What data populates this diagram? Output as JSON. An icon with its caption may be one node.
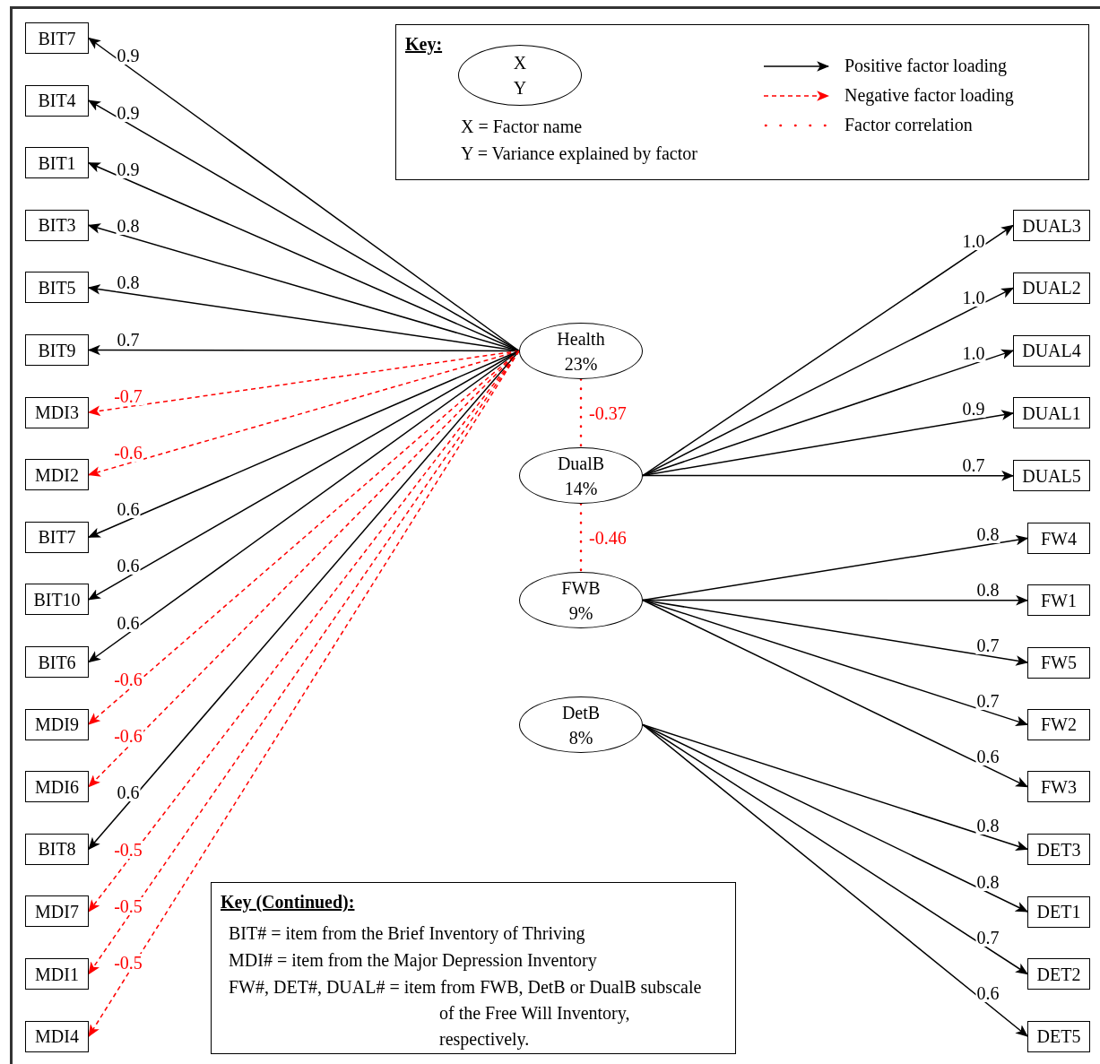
{
  "diagram": {
    "nodes": [
      {
        "text": [
          "Key:",
          "X = Factor name",
          "Y = Variance explained by factor"
        ]
      },
      {
        "text": [
          "X",
          "Y"
        ],
        "in": 0
      },
      {
        "text": [
          "BIT7"
        ]
      },
      {
        "text": [
          "BIT4"
        ]
      },
      {
        "text": [
          "BIT1"
        ]
      },
      {
        "text": [
          "BIT3"
        ]
      },
      {
        "text": [
          "BIT5"
        ]
      },
      {
        "text": [
          "BIT9"
        ]
      },
      {
        "text": [
          "MDI3"
        ]
      },
      {
        "text": [
          "MDI2"
        ]
      },
      {
        "text": [
          "BIT7"
        ]
      },
      {
        "text": [
          "BIT10"
        ]
      },
      {
        "text": [
          "BIT6"
        ]
      },
      {
        "text": [
          "MDI9"
        ]
      },
      {
        "text": [
          "MDI6"
        ]
      },
      {
        "text": [
          "BIT8"
        ]
      },
      {
        "text": [
          "MDI7"
        ]
      },
      {
        "text": [
          "MDI1"
        ]
      },
      {
        "text": [
          "MDI4"
        ]
      },
      {
        "text": [
          "Health",
          "23%"
        ]
      },
      {
        "text": [
          "DualB",
          "14%"
        ]
      },
      {
        "text": [
          "FWB",
          "9%"
        ]
      },
      {
        "text": [
          "DetB",
          "8%"
        ]
      },
      {
        "text": [
          "DUAL3"
        ]
      },
      {
        "text": [
          "DUAL2"
        ]
      },
      {
        "text": [
          "DUAL4"
        ]
      },
      {
        "text": [
          "DUAL1"
        ]
      },
      {
        "text": [
          "DUAL5"
        ]
      },
      {
        "text": [
          "FW4"
        ]
      },
      {
        "text": [
          "FW1"
        ]
      },
      {
        "text": [
          "FW5"
        ]
      },
      {
        "text": [
          "FW2"
        ]
      },
      {
        "text": [
          "FW3"
        ]
      },
      {
        "text": [
          "DET3"
        ]
      },
      {
        "text": [
          "DET1"
        ]
      },
      {
        "text": [
          "DET2"
        ]
      },
      {
        "text": [
          "DET5"
        ]
      },
      {
        "text": [
          "Key (Continued):",
          "BIT# = item from the Brief Inventory of Thriving",
          "MDI# = item from the Major Depression Inventory",
          "FW#, DET#, DUAL# = item from FWB, DetB or DualB subscale of the Free Will Inventory, respectively."
        ]
      }
    ],
    "edges": [
      {
        "from": 19,
        "to": 2,
        "arrow": "to",
        "label": "0.9"
      },
      {
        "from": 19,
        "to": 3,
        "arrow": "to",
        "label": "0.9"
      },
      {
        "from": 19,
        "to": 4,
        "arrow": "to",
        "label": "0.9"
      },
      {
        "from": 19,
        "to": 5,
        "arrow": "to",
        "label": "0.8"
      },
      {
        "from": 19,
        "to": 6,
        "arrow": "to",
        "label": "0.8"
      },
      {
        "from": 19,
        "to": 7,
        "arrow": "to",
        "label": "0.7"
      },
      {
        "from": 19,
        "to": 8,
        "arrow": "to",
        "label": "-0.7",
        "style": "dashed",
        "color": "#ff0000"
      },
      {
        "from": 19,
        "to": 9,
        "arrow": "to",
        "label": "-0.6",
        "style": "dashed",
        "color": "#ff0000"
      },
      {
        "from": 19,
        "to": 10,
        "arrow": "to",
        "label": "0.6"
      },
      {
        "from": 19,
        "to": 11,
        "arrow": "to",
        "label": "0.6"
      },
      {
        "from": 19,
        "to": 12,
        "arrow": "to",
        "label": "0.6"
      },
      {
        "from": 19,
        "to": 13,
        "arrow": "to",
        "label": "-0.6",
        "style": "dashed",
        "color": "#ff0000"
      },
      {
        "from": 19,
        "to": 14,
        "arrow": "to",
        "label": "-0.6",
        "style": "dashed",
        "color": "#ff0000"
      },
      {
        "from": 19,
        "to": 15,
        "arrow": "to",
        "label": "0.6"
      },
      {
        "from": 19,
        "to": 16,
        "arrow": "to",
        "label": "-0.5",
        "style": "dashed",
        "color": "#ff0000"
      },
      {
        "from": 19,
        "to": 17,
        "arrow": "to",
        "label": "-0.5",
        "style": "dashed",
        "color": "#ff0000"
      },
      {
        "from": 19,
        "to": 18,
        "arrow": "to",
        "label": "-0.5",
        "style": "dashed",
        "color": "#ff0000"
      },
      {
        "from": 19,
        "to": 20,
        "arrow": "none",
        "label": "-0.37",
        "style": "dashed",
        "color": "#ff0000"
      },
      {
        "from": 20,
        "to": 21,
        "arrow": "none",
        "label": "-0.46",
        "style": "dashed",
        "color": "#ff0000"
      },
      {
        "from": 20,
        "to": 23,
        "arrow": "to",
        "label": "1.0"
      },
      {
        "from": 20,
        "to": 24,
        "arrow": "to",
        "label": "1.0"
      },
      {
        "from": 20,
        "to": 25,
        "arrow": "to",
        "label": "1.0"
      },
      {
        "from": 20,
        "to": 26,
        "arrow": "to",
        "label": "0.9"
      },
      {
        "from": 20,
        "to": 27,
        "arrow": "to",
        "label": "0.7"
      },
      {
        "from": 21,
        "to": 28,
        "arrow": "to",
        "label": "0.8"
      },
      {
        "from": 21,
        "to": 29,
        "arrow": "to",
        "label": "0.8"
      },
      {
        "from": 21,
        "to": 30,
        "arrow": "to",
        "label": "0.7"
      },
      {
        "from": 21,
        "to": 31,
        "arrow": "to",
        "label": "0.7"
      },
      {
        "from": 21,
        "to": 32,
        "arrow": "to",
        "label": "0.6"
      },
      {
        "from": 22,
        "to": 33,
        "arrow": "to",
        "label": "0.8"
      },
      {
        "from": 22,
        "to": 34,
        "arrow": "to",
        "label": "0.8"
      },
      {
        "from": 22,
        "to": 35,
        "arrow": "to",
        "label": "0.7"
      },
      {
        "from": 22,
        "to": 36,
        "arrow": "to",
        "label": "0.6"
      }
    ],
    "legend": [
      {
        "text": "Positive factor loading"
      },
      {
        "text": "Negative factor loading"
      },
      {
        "text": "Factor correlation"
      }
    ]
  }
}
